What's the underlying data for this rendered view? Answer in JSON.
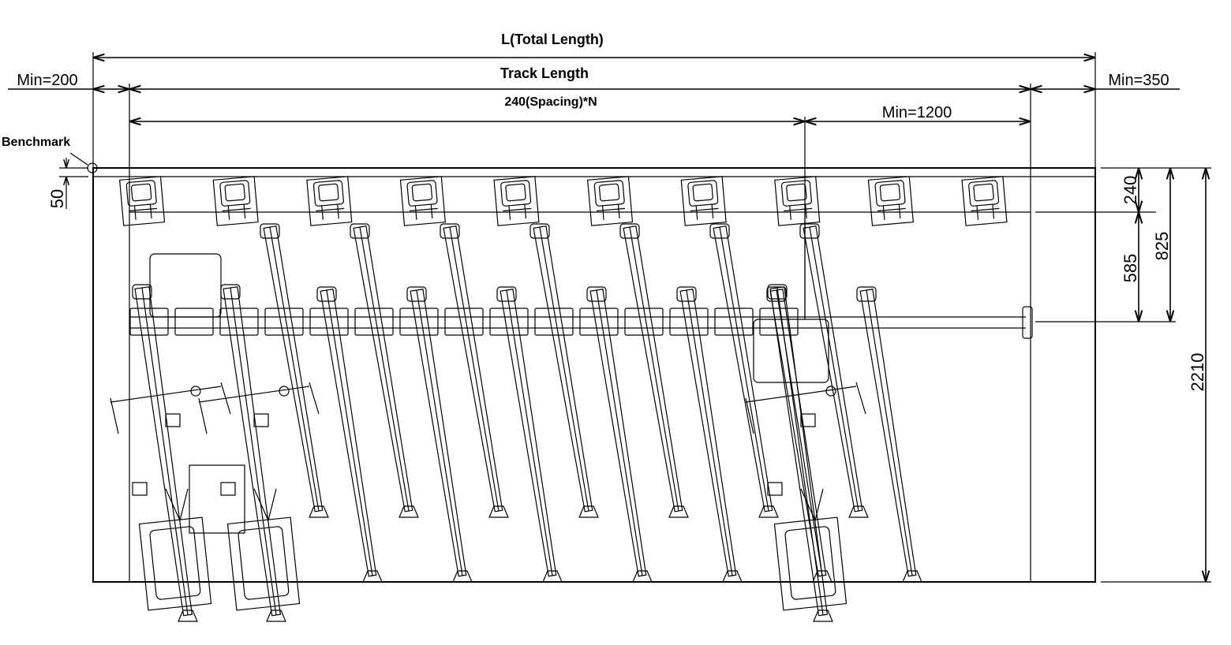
{
  "labels": {
    "total_length": "L(Total   Length)",
    "track_length": "Track  Length",
    "spacing": "240(Spacing)*N",
    "min_left": "Min=200",
    "min_right": "Min=350",
    "min_end": "Min=1200",
    "benchmark": "Benchmark",
    "offset_50": "50",
    "dim_240": "240",
    "dim_585": "585",
    "dim_825": "825",
    "dim_2210": "2210"
  },
  "rack": {
    "wall_mounts": 10,
    "upright_bikes": 7,
    "lowered_bikes": 3
  }
}
